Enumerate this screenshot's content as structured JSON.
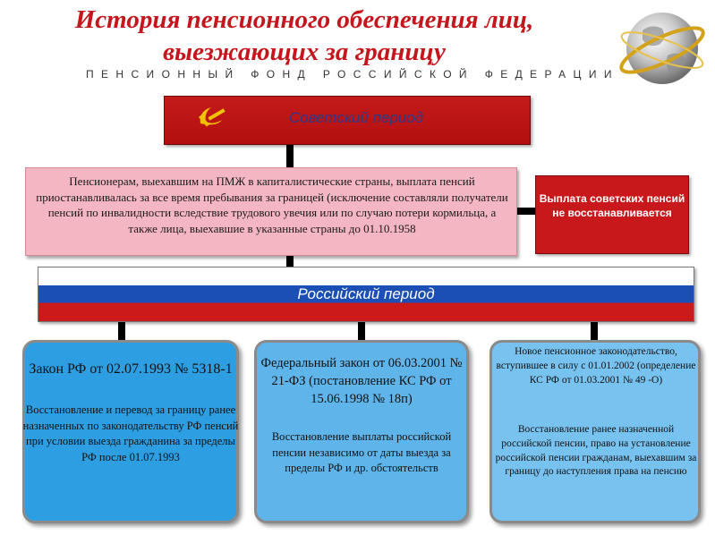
{
  "header": {
    "title_line1": "История пенсионного обеспечения лиц,",
    "title_line2": "выезжающих за границу",
    "subtitle": "ПЕНСИОННЫЙ ФОНД РОССИЙСКОЙ ФЕДЕРАЦИИ"
  },
  "soviet": {
    "title": "Советский период",
    "left_text": "Пенсионерам, выехавшим на ПМЖ в капиталистические страны, выплата пенсий приостанавливалась за все время пребывания за границей (исключение составляли получатели пенсий по инвалидности вследствие трудового увечия или по случаю потери кормильца, а также лица, выехавшие в указанные страны до 01.10.1958",
    "right_text": "Выплата советских пенсий не восстанавливается"
  },
  "russian": {
    "title": "Российский период",
    "cards": [
      {
        "head": "Закон РФ от 02.07.1993 № 5318-1",
        "text": "Восстановление и перевод за границу ранее назначенных по законодательству РФ пенсий при условии выезда гражданина за пределы РФ после 01.07.1993"
      },
      {
        "head": "Федеральный закон от 06.03.2001 № 21-ФЗ (постановление КС РФ от 15.06.1998 № 18п)",
        "text": "Восстановление выплаты российской пенсии независимо от даты выезда за пределы РФ и др. обстоятельств"
      },
      {
        "head": "Новое пенсионное законодательство, вступившее в силу с 01.01.2002 (определение КС РФ от 01.03.2001 № 49 -О)",
        "text": "Восстановление ранее назначенной российской пенсии, право на установление российской пенсии гражданам, выехавшим за границу до наступления права на пенсию"
      }
    ]
  },
  "colors": {
    "title_red": "#c4161c",
    "soviet_red": "#c41a1a",
    "pink": "#f4b6c2",
    "flag_blue": "#1c4fb5",
    "card_blue": "#2e9ee2"
  },
  "icons": [
    "globe-icon",
    "hammer-sickle-icon"
  ]
}
